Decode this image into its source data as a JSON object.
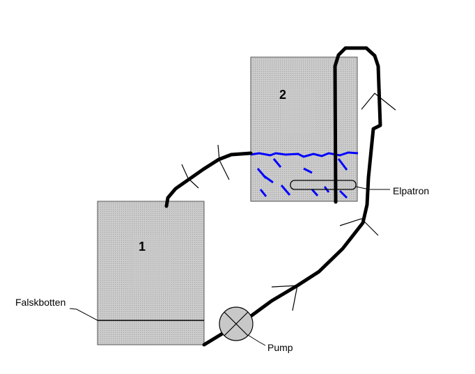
{
  "labels": {
    "tank1": "1",
    "tank2": "2",
    "false_bottom": "Falskbotten",
    "heater": "Elpatron",
    "pump": "Pump"
  },
  "colors": {
    "tank_fill": "#c8c8c8",
    "pipe": "#000000",
    "water": "#0000ff"
  }
}
